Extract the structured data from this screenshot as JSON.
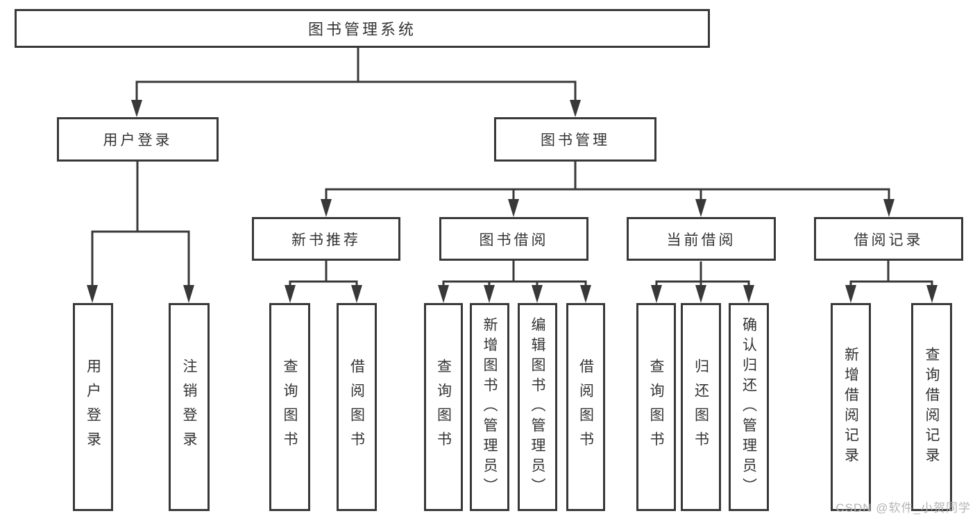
{
  "diagram": {
    "root": {
      "label": "图书管理系统"
    },
    "level2": [
      {
        "label": "用户登录"
      },
      {
        "label": "图书管理"
      }
    ],
    "level3": [
      {
        "label": "新书推荐"
      },
      {
        "label": "图书借阅"
      },
      {
        "label": "当前借阅"
      },
      {
        "label": "借阅记录"
      }
    ],
    "level4": [
      {
        "label": "用户登录"
      },
      {
        "label": "注销登录"
      },
      {
        "label": "查询图书"
      },
      {
        "label": "借阅图书"
      },
      {
        "label": "查询图书"
      },
      {
        "label": "新增图书（管理员）"
      },
      {
        "label": "编辑图书（管理员）"
      },
      {
        "label": "借阅图书"
      },
      {
        "label": "查询图书"
      },
      {
        "label": "归还图书"
      },
      {
        "label": "确认归还（管理员）"
      },
      {
        "label": "新增借阅记录"
      },
      {
        "label": "查询借阅记录"
      }
    ]
  },
  "watermark": {
    "text": "CSDN @软件_小贺同学"
  },
  "colors": {
    "line": "#383838",
    "text": "#333333",
    "watermark": "#b5b5b5",
    "background": "#ffffff"
  }
}
